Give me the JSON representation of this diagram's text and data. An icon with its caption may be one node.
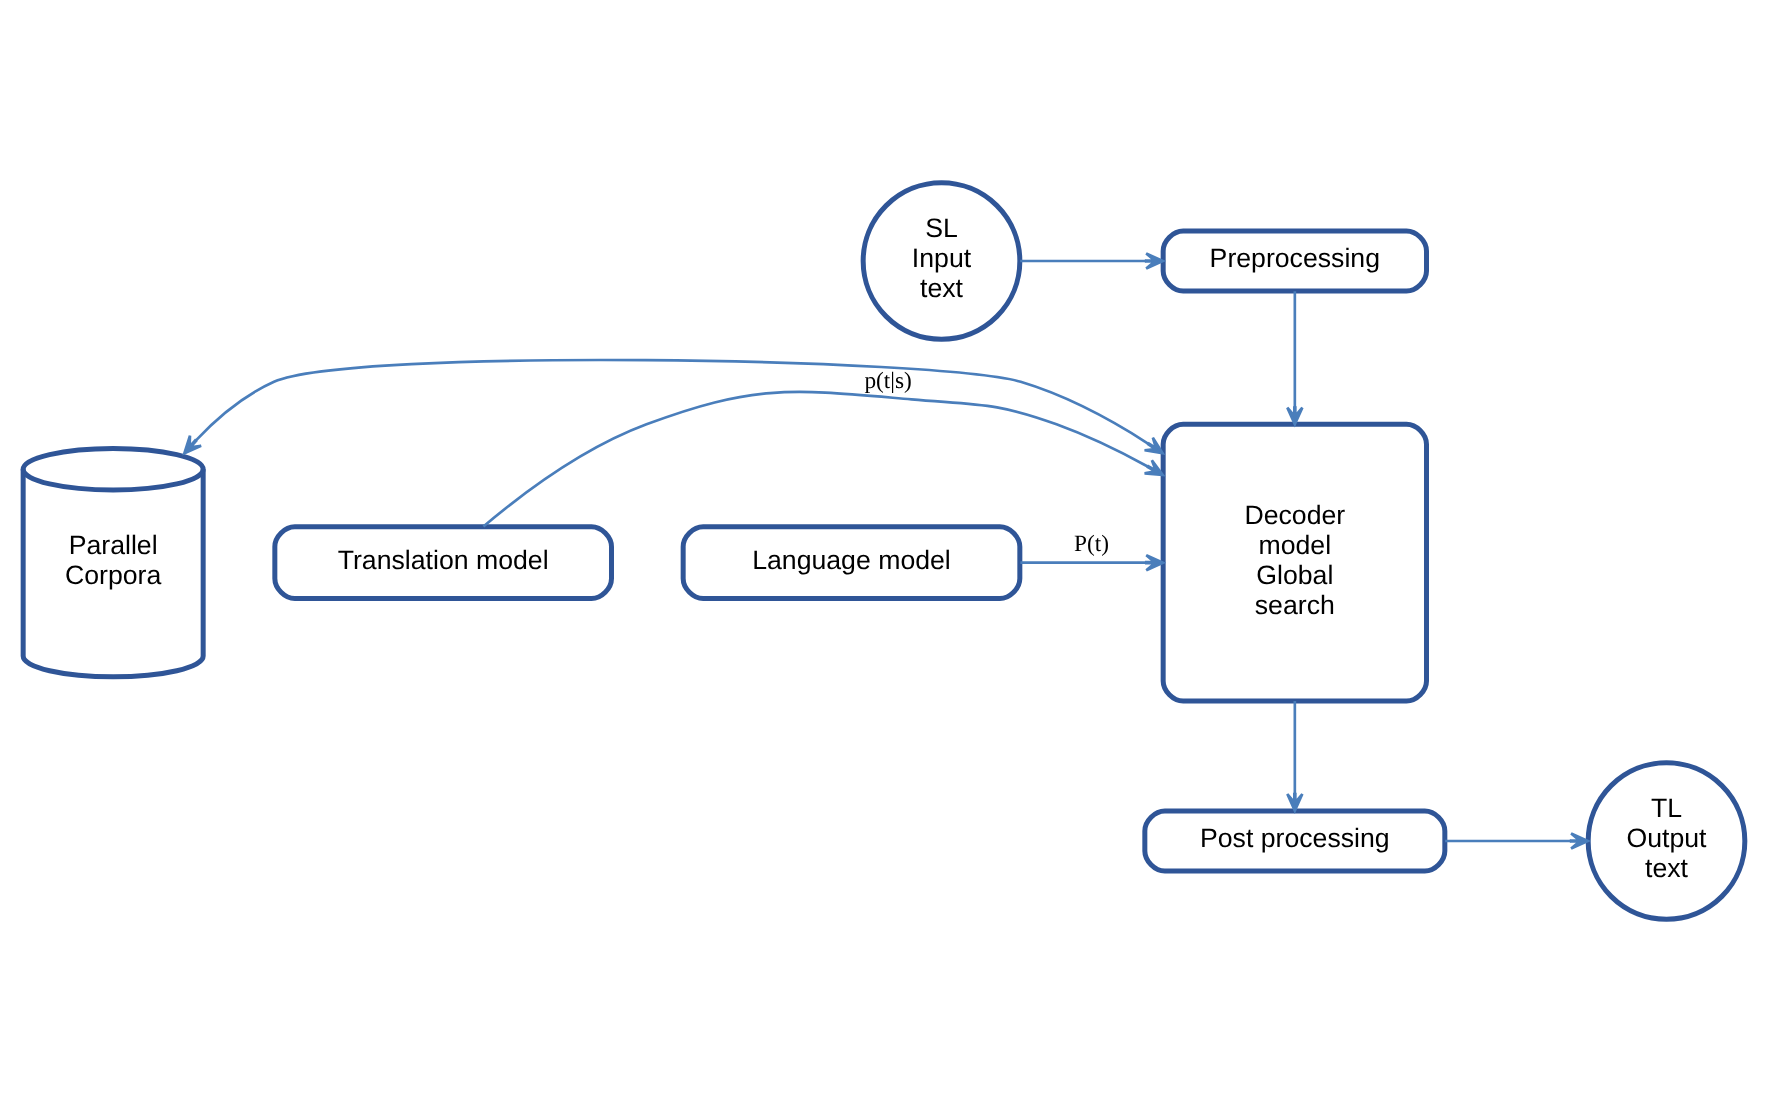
{
  "diagram": {
    "nodes": [
      {
        "text": [
          "Preprocessing"
        ]
      },
      {
        "text": [
          "SL Input text"
        ]
      },
      {
        "text": [
          "Parallel Corpora"
        ]
      },
      {
        "text": [
          "Decoder model Global search"
        ]
      },
      {
        "text": [
          "Translation model"
        ]
      },
      {
        "text": [
          "Language model"
        ]
      },
      {
        "text": [
          "Post processing"
        ]
      },
      {
        "text": [
          "TL Output text"
        ]
      }
    ],
    "edges": [
      {
        "from": 1,
        "to": 0,
        "arrow": "to"
      },
      {
        "from": 0,
        "to": 3,
        "arrow": "to"
      },
      {
        "from": 4,
        "to": 3,
        "arrow": "to",
        "label": "p(t|s)"
      },
      {
        "from": 5,
        "to": 3,
        "arrow": "to",
        "label": "P(t)"
      },
      {
        "from": 2,
        "to": 3,
        "arrow": "both"
      },
      {
        "from": 3,
        "to": 6,
        "arrow": "to"
      },
      {
        "from": 6,
        "to": 7,
        "arrow": "to"
      }
    ]
  }
}
